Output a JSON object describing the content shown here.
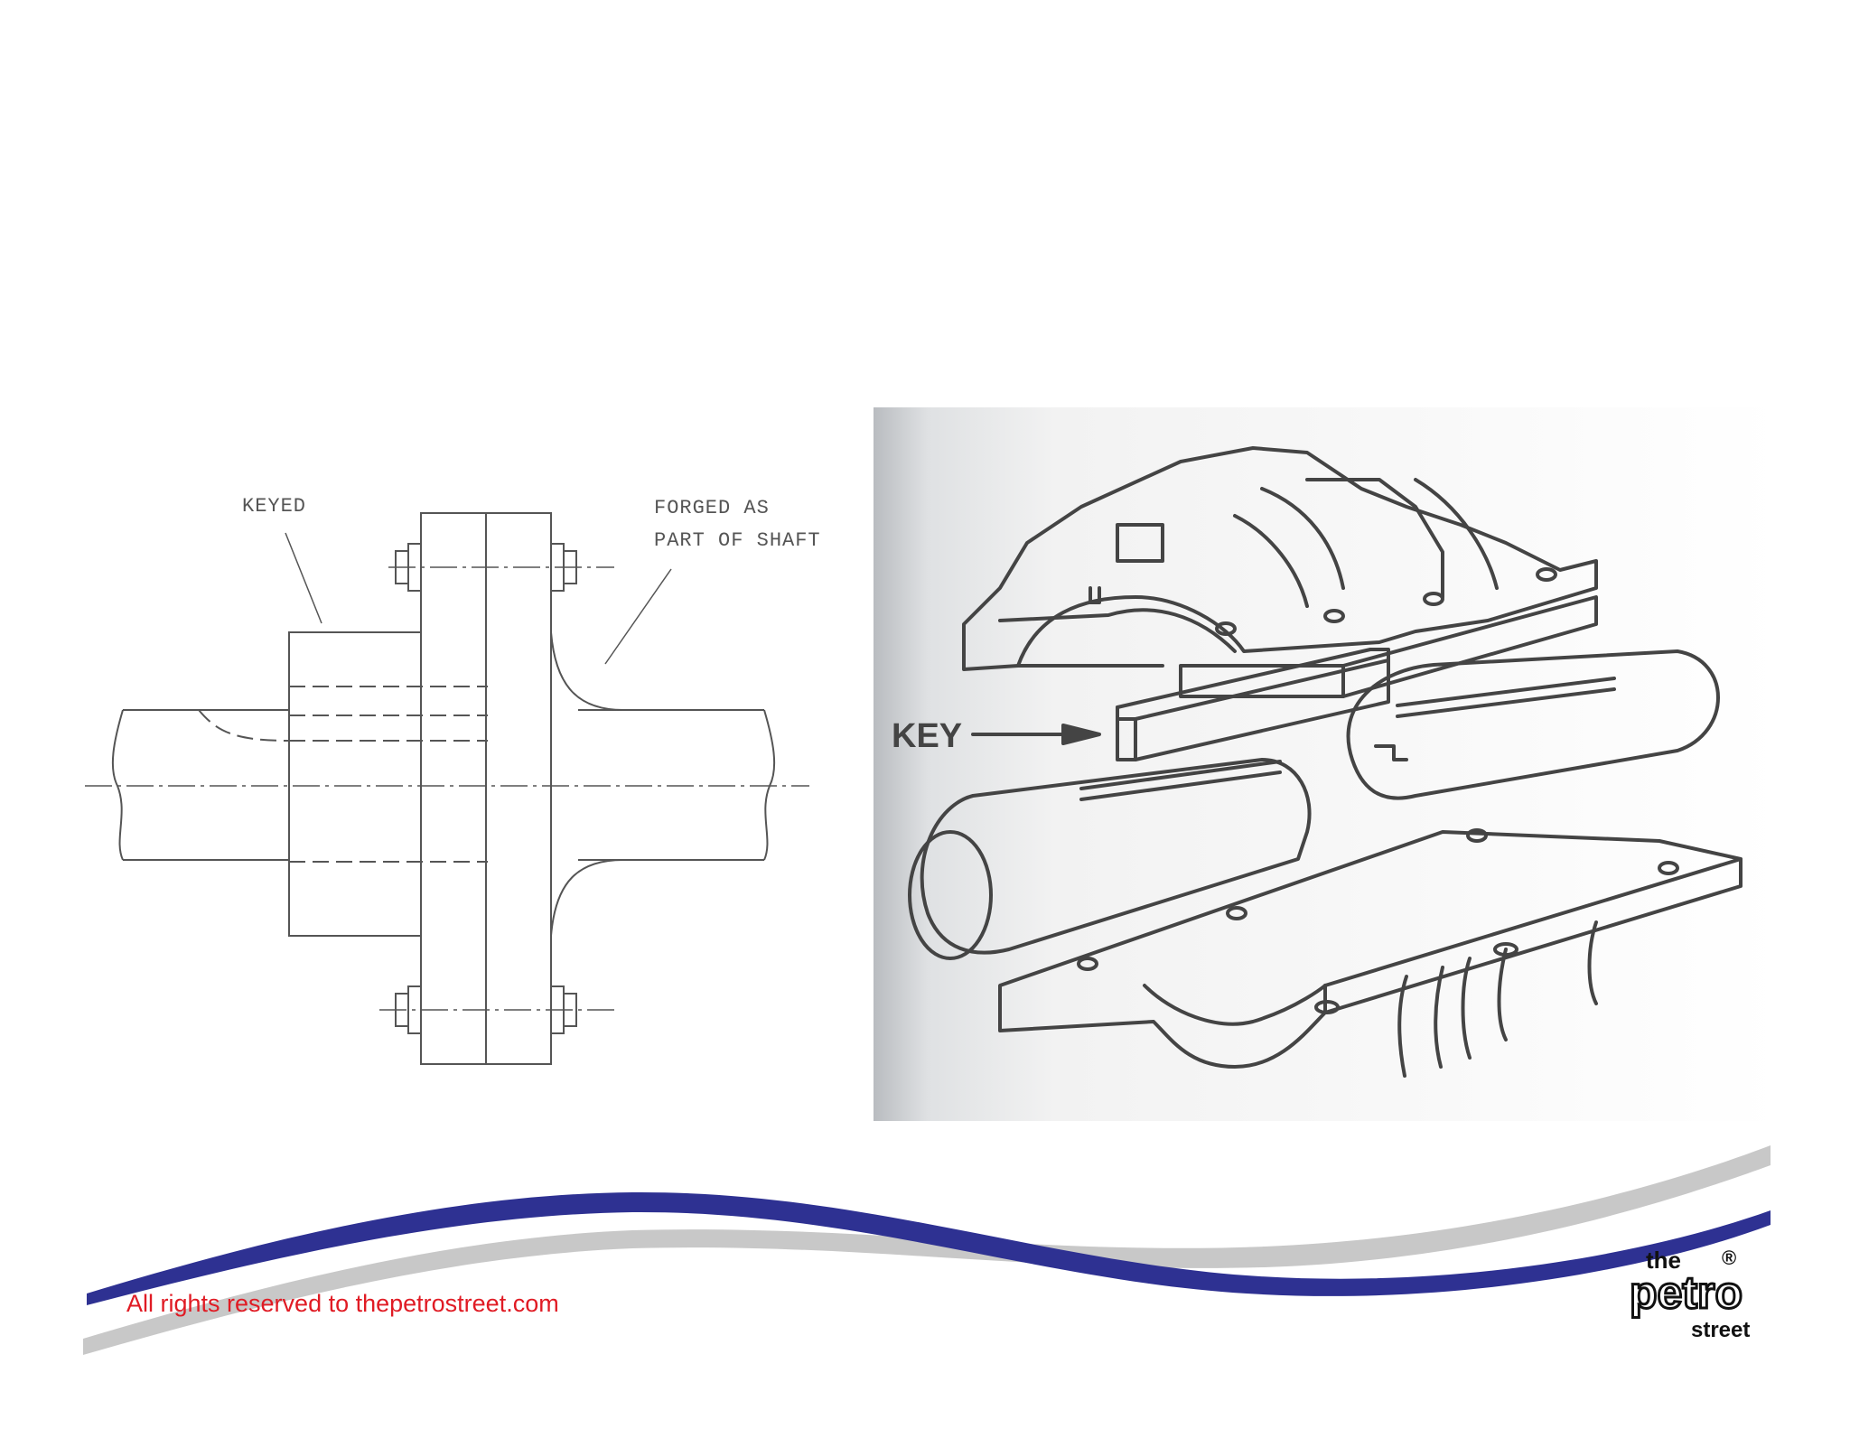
{
  "left_diagram": {
    "label_keyed": "KEYED",
    "label_forged_line1": "FORGED AS",
    "label_forged_line2": "PART OF SHAFT"
  },
  "right_diagram": {
    "label_key": "KEY"
  },
  "footer": {
    "copyright": "All rights reserved to thepetrostreet.com"
  },
  "logo": {
    "top": "the",
    "middle": "petro",
    "bottom": "street",
    "mark": "®"
  },
  "colors": {
    "wave_blue": "#2e3192",
    "wave_gray": "#c8c8c8",
    "footer_red": "#e01b24",
    "line_gray": "#555555"
  }
}
